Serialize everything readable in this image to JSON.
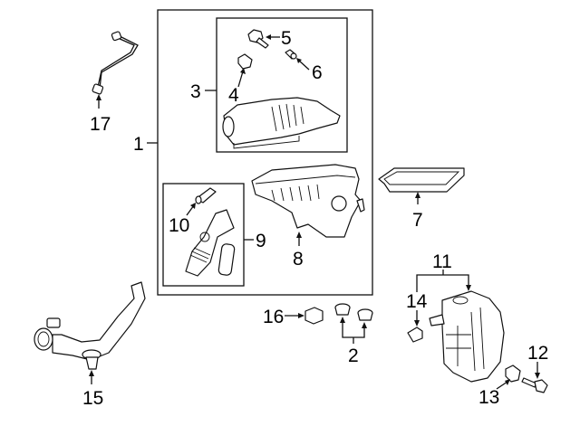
{
  "diagram": {
    "type": "exploded-parts-diagram",
    "subject": "Air intake / air cleaner assembly",
    "callouts": [
      {
        "id": "c1",
        "number": "1"
      },
      {
        "id": "c2",
        "number": "2"
      },
      {
        "id": "c3",
        "number": "3"
      },
      {
        "id": "c4",
        "number": "4"
      },
      {
        "id": "c5",
        "number": "5"
      },
      {
        "id": "c6",
        "number": "6"
      },
      {
        "id": "c7",
        "number": "7"
      },
      {
        "id": "c8",
        "number": "8"
      },
      {
        "id": "c9",
        "number": "9"
      },
      {
        "id": "c10",
        "number": "10"
      },
      {
        "id": "c11",
        "number": "11"
      },
      {
        "id": "c12",
        "number": "12"
      },
      {
        "id": "c13",
        "number": "13"
      },
      {
        "id": "c14",
        "number": "14"
      },
      {
        "id": "c15",
        "number": "15"
      },
      {
        "id": "c16",
        "number": "16"
      },
      {
        "id": "c17",
        "number": "17"
      }
    ],
    "groups": [
      {
        "callout": "1",
        "contains": [
          "3",
          "4",
          "5",
          "6",
          "8",
          "9",
          "10"
        ]
      },
      {
        "callout": "3",
        "contains": [
          "4",
          "5",
          "6"
        ]
      },
      {
        "callout": "9",
        "contains": [
          "10"
        ]
      },
      {
        "callout": "11",
        "points_to": 2
      },
      {
        "callout": "2",
        "points_to": 2
      }
    ]
  }
}
